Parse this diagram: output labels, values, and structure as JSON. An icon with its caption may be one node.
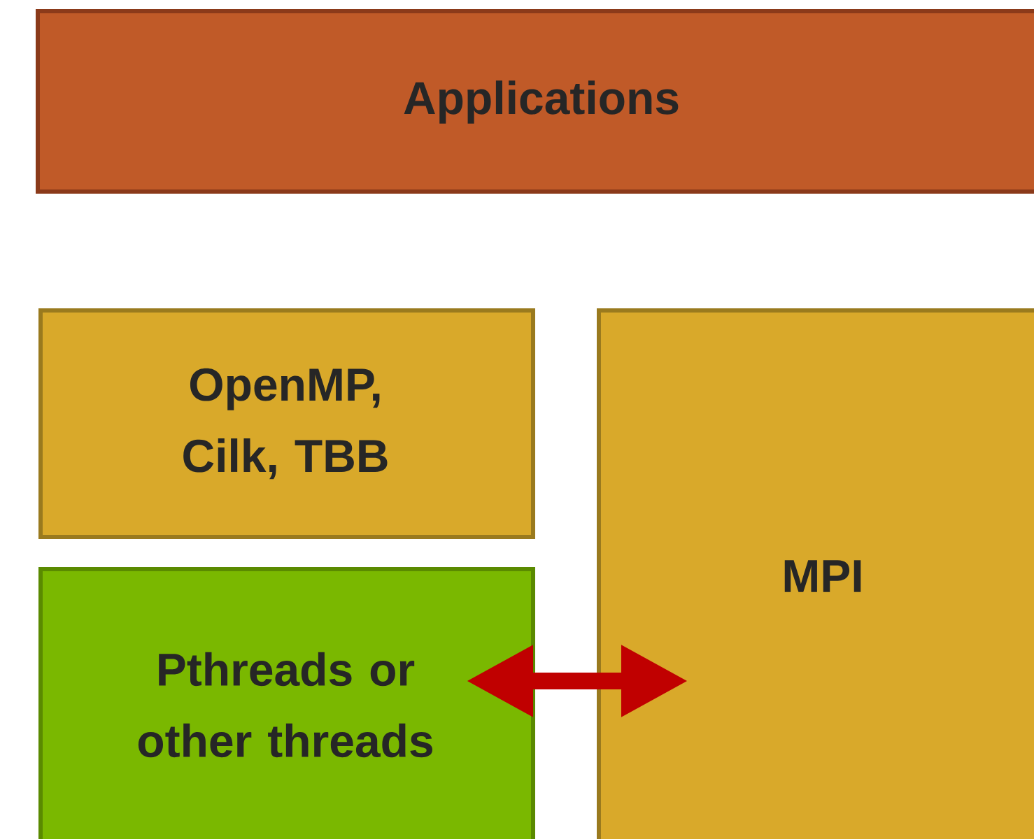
{
  "diagram": {
    "nodes": [
      {
        "text": [
          "Applications"
        ]
      },
      {
        "text": [
          "OpenMP, Cilk, TBB"
        ]
      },
      {
        "text": [
          "Pthreads or other threads"
        ]
      },
      {
        "text": [
          "MPI"
        ]
      }
    ],
    "edges": [
      {
        "from": 2,
        "to": 3,
        "arrow": "both"
      }
    ]
  }
}
